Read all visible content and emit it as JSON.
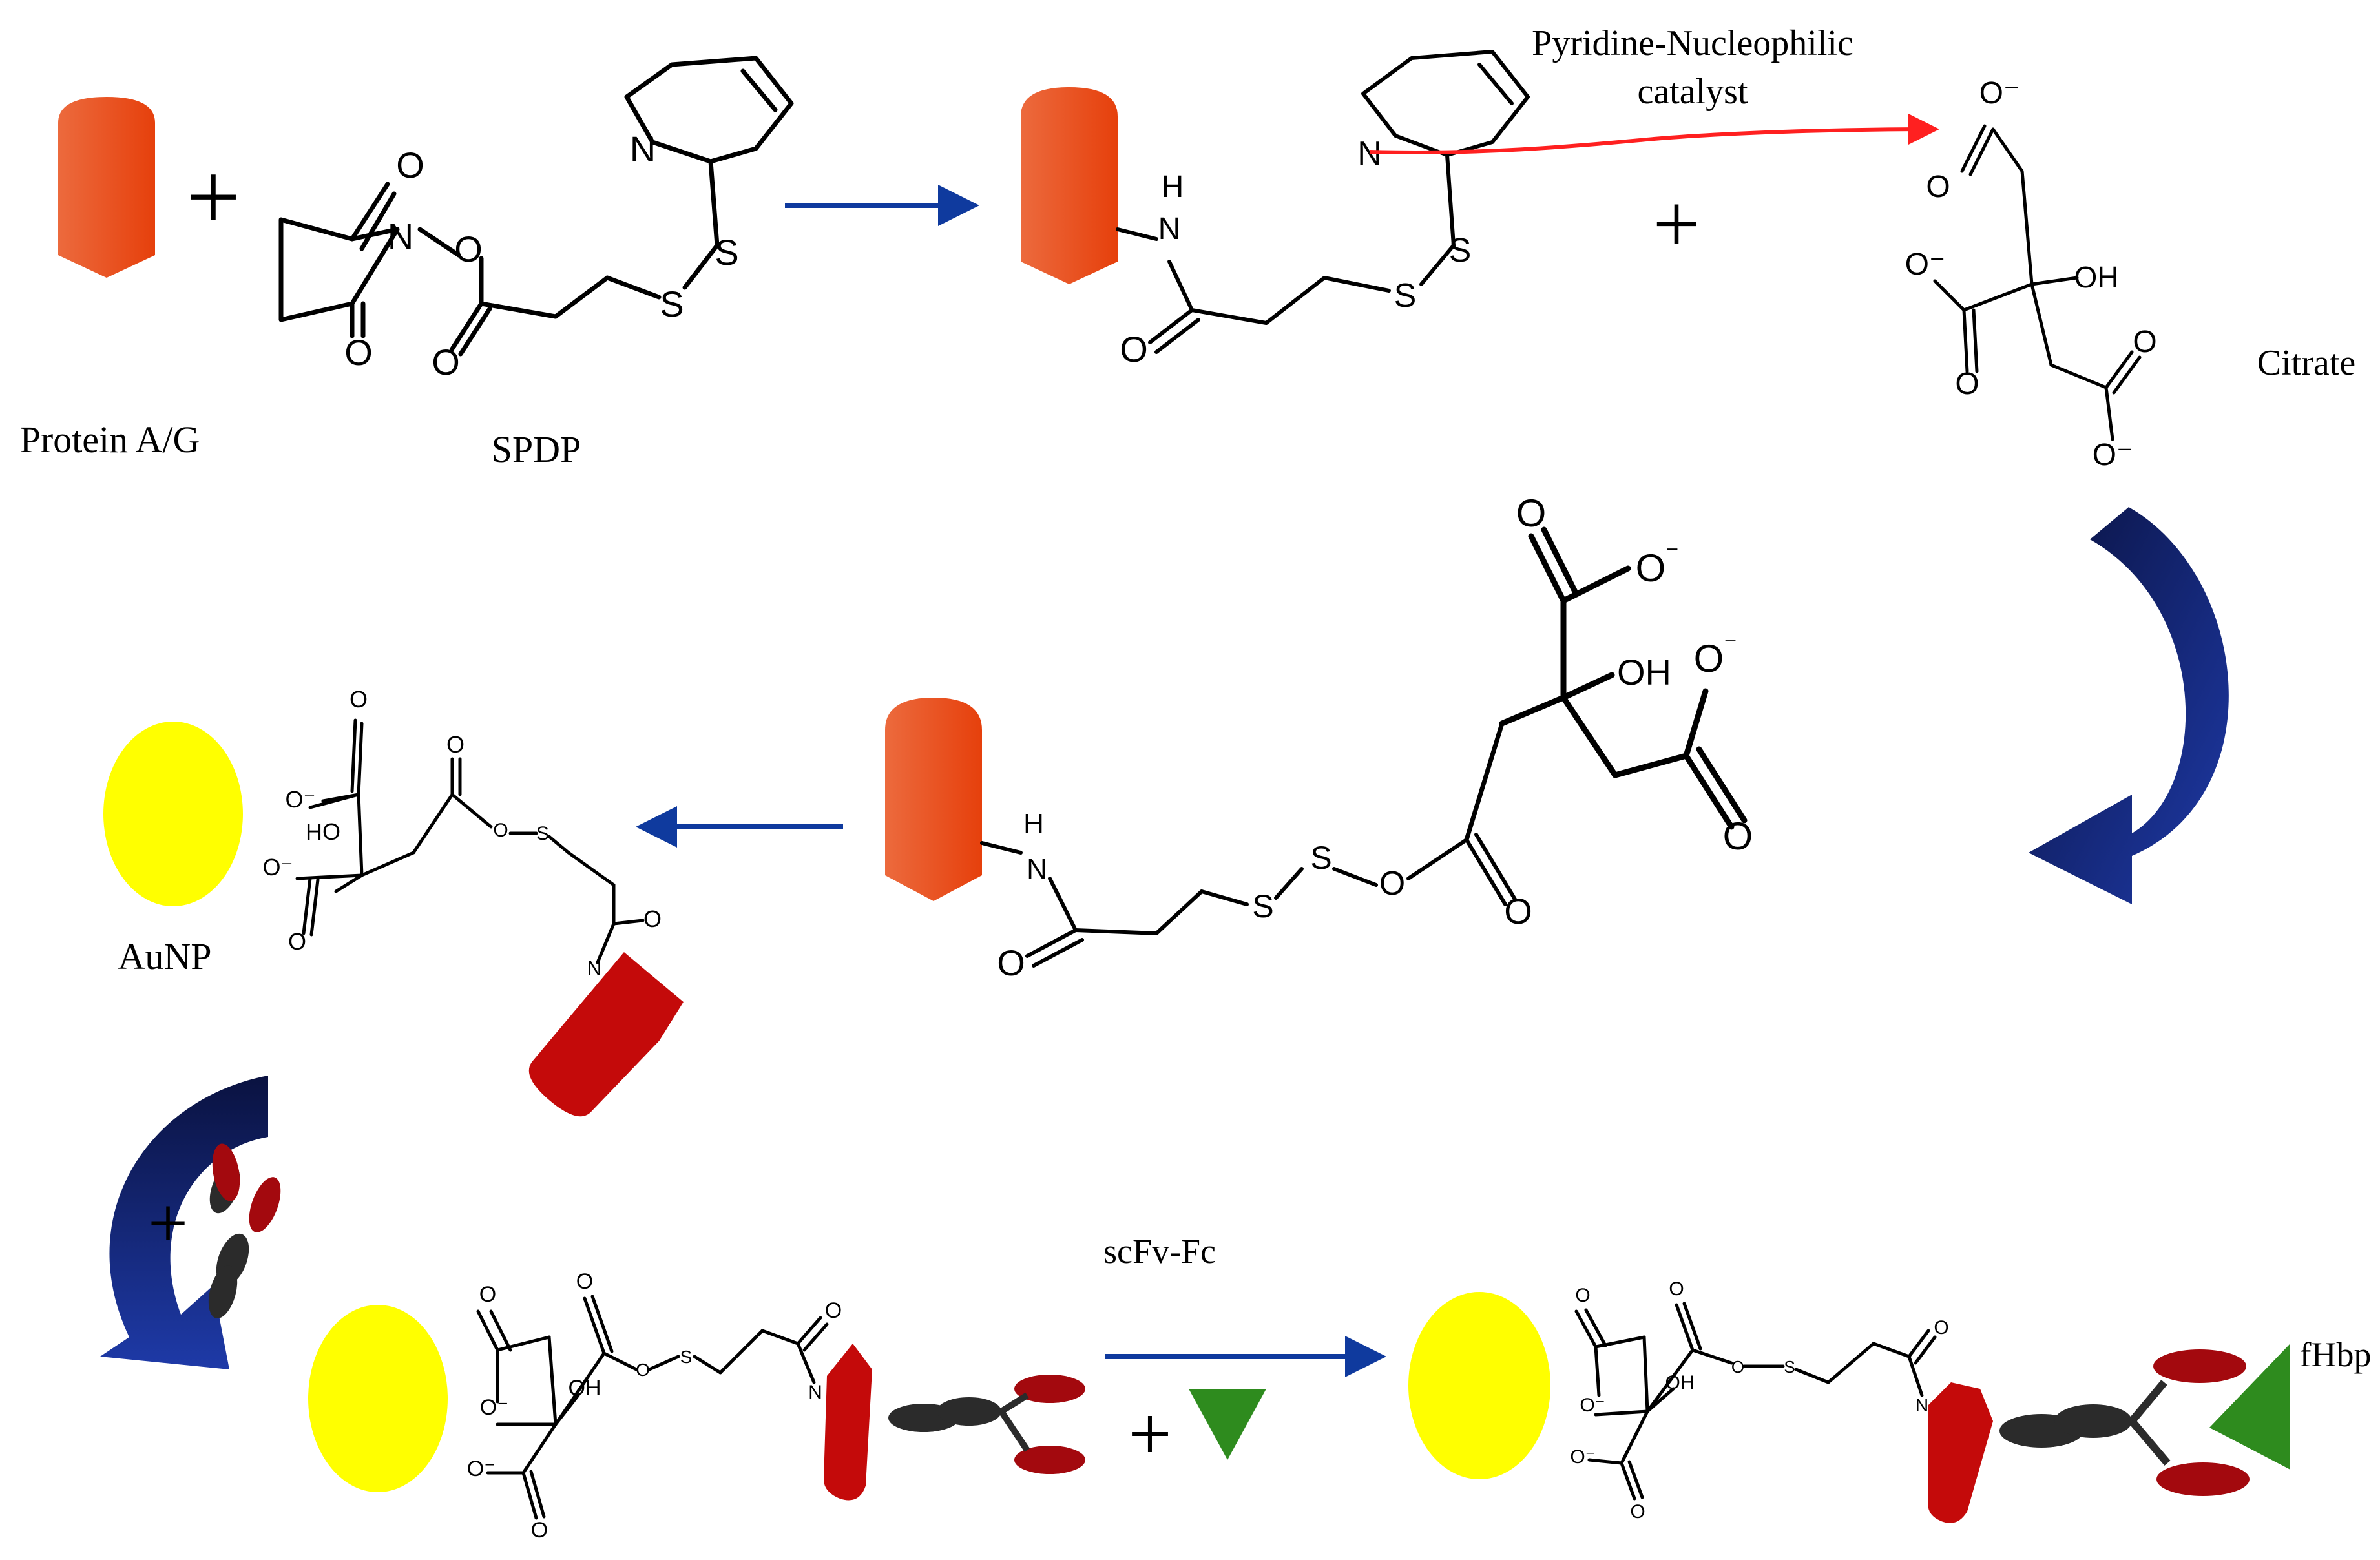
{
  "labels": {
    "protein": "Protein A/G",
    "spdp": "SPDP",
    "catalyst_line1": "Pyridine-Nucleophilic",
    "catalyst_line2": "catalyst",
    "citrate": "Citrate",
    "aunp": "AuNP",
    "scfv": "scFv-Fc",
    "fhbp": "fHbp"
  },
  "symbols": {
    "plus": "+"
  },
  "atoms": {
    "O": "O",
    "N": "N",
    "S": "S",
    "H": "H",
    "OH": "OH",
    "HO": "HO",
    "O_minus": "O⁻",
    "minus": "⁻"
  },
  "colors": {
    "protein_orange_light": "#ec6a3d",
    "protein_orange_dark": "#e6400c",
    "protein_red": "#c40a0a",
    "aunp_yellow": "#ffff00",
    "antibody_dark": "#2b2b2b",
    "antibody_red": "#a3090e",
    "fhbp_green": "#2e8b1e",
    "arrow_blue": "#0f3a9e",
    "curved_arrow_dark": "#0a1240",
    "curved_arrow_light": "#1e3aa8",
    "catalyst_arrow_red": "#ff2020"
  }
}
